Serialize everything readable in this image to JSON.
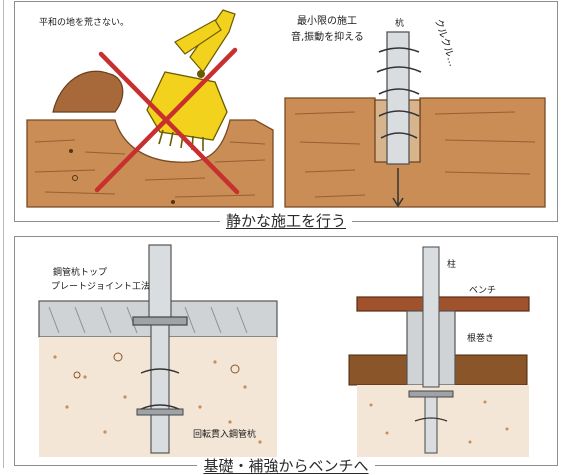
{
  "panel1": {
    "caption": "静かな施工を行う",
    "note_left": "平和の地を荒さない。",
    "note_right_line1": "最小限の施工",
    "note_right_line2": "音,振動を抑える",
    "label_pile": "杭",
    "label_sound": "クルクル…"
  },
  "panel2": {
    "caption": "基礎・補強からベンチへ",
    "note_method_line1": "鋼管杭トップ",
    "note_method_line2": "プレートジョイント工法",
    "label_pipe": "回転貫入鋼管杭",
    "label_column": "柱",
    "label_bench": "ベンチ",
    "label_wrap": "根巻き"
  },
  "colors": {
    "soil": "#c98d55",
    "soil_dark": "#8a5529",
    "excavator": "#f2d21c",
    "cross": "#c8302f",
    "concrete": "#cfd3d6",
    "bench": "#a0522d"
  }
}
